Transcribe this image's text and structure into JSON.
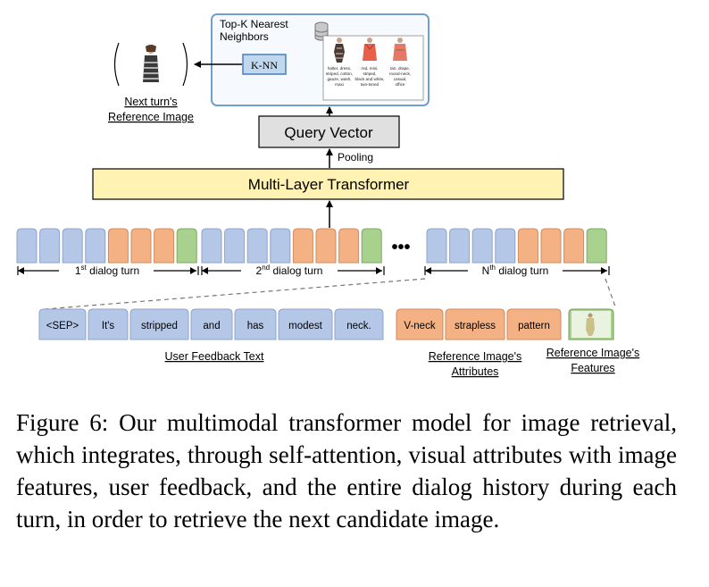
{
  "colors": {
    "blue": "#b4c7e7",
    "orange": "#f4b183",
    "green": "#a9d18e",
    "yellow": "#fff2b3",
    "gray": "#e0e0e0",
    "knn_blue": "#c0d8ee",
    "box_border": "#4a7fb8"
  },
  "topk": {
    "title_line1": "Top-K Nearest",
    "title_line2": "Neighbors",
    "knn_label": "K-NN",
    "db_icon": "database-icon",
    "items": [
      {
        "caption_lines": [
          "halter, dress,",
          "striped, cotton,",
          "gauze, wash,",
          "maxi"
        ],
        "garment": "halter-dress"
      },
      {
        "caption_lines": [
          "red, mini,",
          "striped,",
          "black and white,",
          "two-toned"
        ],
        "garment": "red-top"
      },
      {
        "caption_lines": [
          "tan, drape,",
          "round-neck,",
          "casual,",
          "office"
        ],
        "garment": "tan-top"
      }
    ]
  },
  "next_ref": {
    "label_line1": "Next turn's",
    "label_line2": "Reference Image"
  },
  "query_vector": {
    "label": "Query Vector"
  },
  "pooling": {
    "label": "Pooling"
  },
  "transformer": {
    "label": "Multi-Layer Transformer"
  },
  "dialog_turns": [
    {
      "ord": "1",
      "sup": "st",
      "rest": " dialog turn"
    },
    {
      "ord": "2",
      "sup": "nd",
      "rest": " dialog turn"
    },
    {
      "ord": "N",
      "sup": "th",
      "rest": " dialog turn"
    }
  ],
  "token_pattern": [
    "blue",
    "blue",
    "blue",
    "blue",
    "orange",
    "orange",
    "orange",
    "green"
  ],
  "ellipsis": "•••",
  "feedback_tokens": [
    "<SEP>",
    "It's",
    "stripped",
    "and",
    "has",
    "modest",
    "neck."
  ],
  "attribute_tokens": [
    "V-neck",
    "strapless",
    "pattern"
  ],
  "labels": {
    "user_feedback": "User Feedback Text",
    "ref_attr_line1": "Reference Image's",
    "ref_attr_line2": "Attributes",
    "ref_feat_line1": "Reference Image's",
    "ref_feat_line2": "Features"
  },
  "caption": "Figure 6: Our multimodal transformer model for image retrieval, which integrates, through self-attention, visual attributes with image features, user feedback, and the entire dialog history during each turn, in order to retrieve the next candidate image."
}
